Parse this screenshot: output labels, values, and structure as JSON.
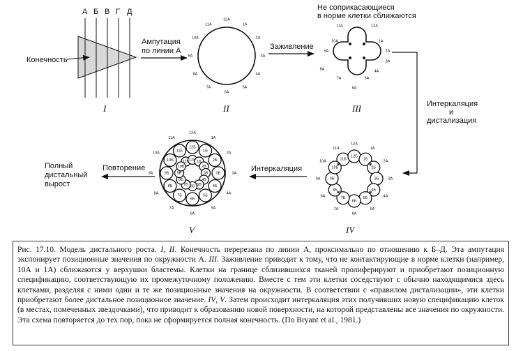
{
  "figure": {
    "stage1": {
      "line_letters": [
        "А",
        "Б",
        "В",
        "Г",
        "Д"
      ],
      "limb_label": "Конечность",
      "roman": "I"
    },
    "arrow_amputation": {
      "line1": "Ампутация",
      "line2": "по линии А"
    },
    "stage2": {
      "labels": [
        "11A",
        "12A",
        "1A",
        "2A",
        "3A",
        "4A",
        "5A",
        "6A",
        "7A",
        "8A",
        "9A",
        "10A"
      ],
      "roman": "II"
    },
    "arrow_healing": "Заживление",
    "stage3": {
      "note_line1": "Не соприкасающиеся",
      "note_line2": "в норме клетки сближаются",
      "labels": [
        "11A",
        "12A",
        "10A",
        "1A",
        "2A",
        "9A",
        "3A",
        "8A",
        "4A",
        "7A",
        "5A",
        "6A"
      ],
      "roman": "III"
    },
    "arrow_intercalation_distal": {
      "line1": "Интеркаляция",
      "line2": "и",
      "line3": "дистализация"
    },
    "stage4": {
      "outer_labels": [
        "11A",
        "12A",
        "1A",
        "2A",
        "3A",
        "4A",
        "5A",
        "6A",
        "7A",
        "8A",
        "9A",
        "10A"
      ],
      "inner_cells": [
        "11Б",
        "12Б",
        "1Б",
        "2Б",
        "3Б",
        "4Б",
        "5Б",
        "6Б",
        "7Б",
        "8Б",
        "9Б",
        "10Б"
      ],
      "roman": "IV"
    },
    "arrow_intercalation": "Интеркаляция",
    "stage5": {
      "outer_labels": [
        "11A",
        "12A",
        "1A",
        "2A",
        "3A",
        "4A",
        "5A",
        "6A",
        "7A",
        "8A",
        "9A",
        "10A"
      ],
      "ring1_cells": [
        "11Б",
        "12Б",
        "1Б",
        "2Б",
        "3Б",
        "4Б",
        "5Б",
        "6Б",
        "7Б",
        "8Б",
        "9Б",
        "10Б"
      ],
      "ring2_cells": [
        "11В",
        "12В",
        "1В",
        "2В",
        "3В",
        "4В",
        "5В",
        "6В",
        "7В",
        "8В",
        "9В",
        "10В"
      ],
      "roman": "V"
    },
    "arrow_repeat": "Повторение",
    "result": {
      "line1": "Полный",
      "line2": "дистальный",
      "line3": "вырост"
    }
  },
  "caption": {
    "p1": "Рис. 17.10. Модель дистального роста. ",
    "r1": "I",
    "p2": ", ",
    "r2": "II",
    "p3": ". Конечность перерезана по линии А, проксимально по отношению к Б–Д. Эта ампутация экспонирует позиционные значения по окружности А. ",
    "r3": "III",
    "p4": ". Заживление приводит к тому, что не контактирующие в норме клетки (например, 10А и 1А) сближаются у верхушки бластемы. Клетки на границе сблизившихся тканей пролиферируют и приобретают позиционную спецификацию, соответствующую их промежуточному положению. Вместе с тем эти клетки соседствуют с обычно находящимися здесь клетками, разделяя с ними одни и те же позиционные значения на окружности. В соответствии с «правилом дистализации», эти клетки приобретают более дистальное позиционное значение. ",
    "r4": "IV",
    "p5": ", ",
    "r5": "V",
    "p6": ". Затем происходит интеркаляция этих получивших новую спецификацию клеток (в местах, помеченных звездочками), что приводит к образованию новой поверхности, на которой представлены все значения по окружности. Эта схема повторяется до тех пор, пока не сформируется полная конечность. (По Bryant et al., 1981.)"
  }
}
